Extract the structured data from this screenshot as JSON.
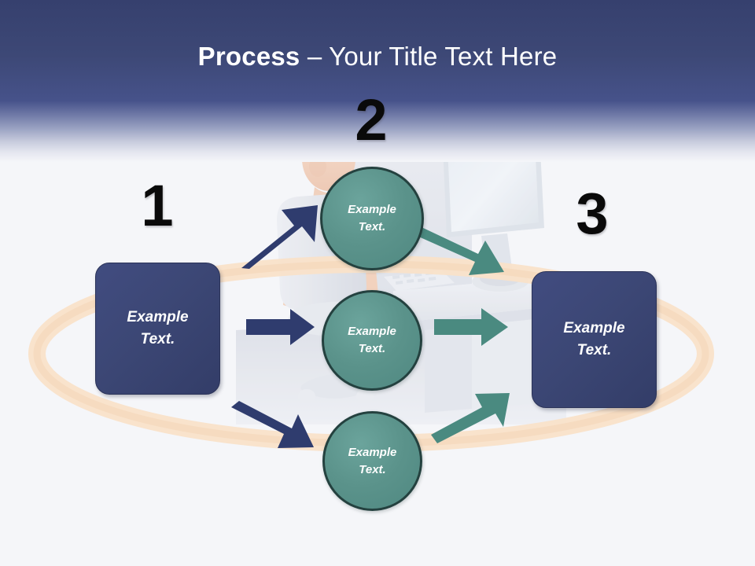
{
  "slide": {
    "title_bold": "Process",
    "title_rest": " – Your Title Text Here",
    "background_color": "#f5f6f9",
    "header_color": "#3d4876",
    "accent_navy": "#3c4775",
    "accent_teal": "#5b938b",
    "accent_ring": "#f7dfc5",
    "numeral_color": "#0a0a0a"
  },
  "steps": [
    {
      "number": "1",
      "shape": "rounded-rectangle",
      "label_line1": "Example",
      "label_line2": "Text.",
      "color": "#3c4775"
    },
    {
      "number": "2",
      "shape": "circle-column",
      "color": "#5b938b",
      "nodes": [
        {
          "label_line1": "Example",
          "label_line2": "Text."
        },
        {
          "label_line1": "Example",
          "label_line2": "Text."
        },
        {
          "label_line1": "Example",
          "label_line2": "Text."
        }
      ]
    },
    {
      "number": "3",
      "shape": "rounded-rectangle",
      "label_line1": "Example",
      "label_line2": "Text.",
      "color": "#3c4775"
    }
  ],
  "arrows": {
    "navy_color": "#2f3c6e",
    "teal_color": "#4a8a80",
    "items": [
      {
        "name": "arrow-step1-to-node1",
        "direction": "up-right",
        "color": "#2f3c6e"
      },
      {
        "name": "arrow-step1-to-node2",
        "direction": "right",
        "color": "#2f3c6e"
      },
      {
        "name": "arrow-step1-to-node3",
        "direction": "down-right",
        "color": "#2f3c6e"
      },
      {
        "name": "arrow-node1-to-step3",
        "direction": "down-right",
        "color": "#4a8a80"
      },
      {
        "name": "arrow-node2-to-step3",
        "direction": "right",
        "color": "#4a8a80"
      },
      {
        "name": "arrow-node3-to-step3",
        "direction": "up-right",
        "color": "#4a8a80"
      }
    ]
  },
  "background_illustration": {
    "name": "office-worker-at-desk",
    "description": "Faded illustration of a person seated in an office chair at a desk with a monitor and keyboard"
  }
}
